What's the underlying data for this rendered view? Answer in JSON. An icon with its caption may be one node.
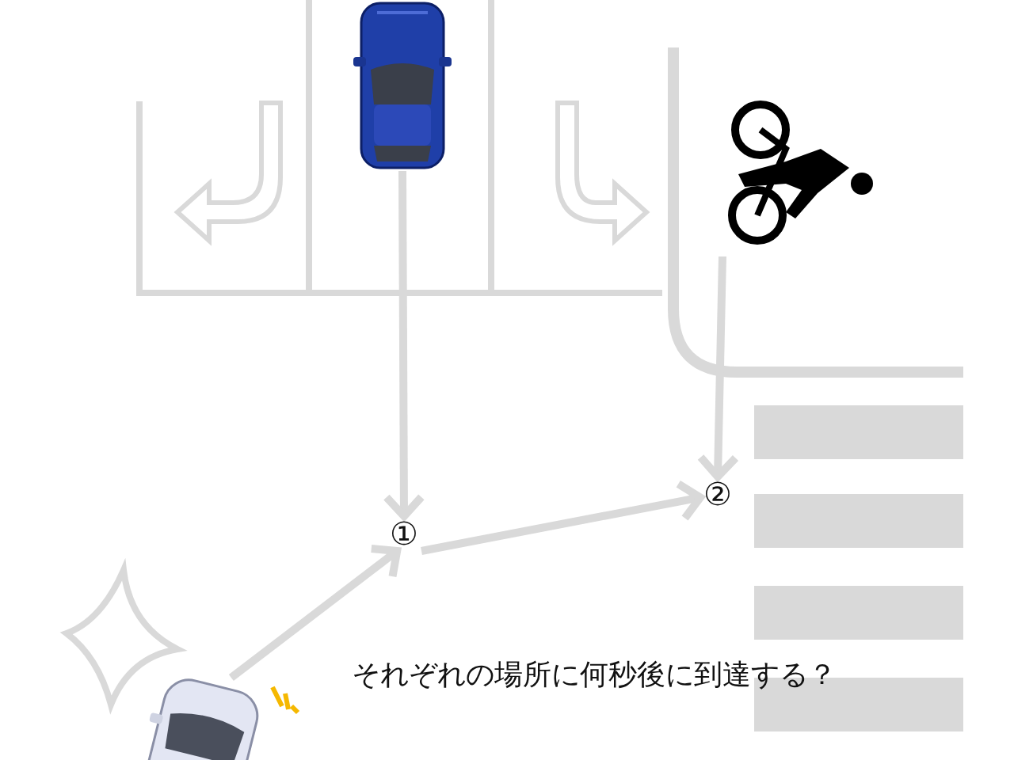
{
  "diagram": {
    "nodes": [
      {
        "text": [],
        "shape": "picture"
      },
      {
        "text": [],
        "shape": "picture"
      },
      {
        "text": [
          "①"
        ]
      },
      {
        "text": [
          "②"
        ]
      },
      {
        "text": [],
        "shape": "picture"
      }
    ],
    "edges": [
      {
        "from": 0,
        "to": 2,
        "arrow": "to"
      },
      {
        "from": 1,
        "to": 3,
        "arrow": "to"
      },
      {
        "from": 4,
        "to": 2,
        "arrow": "to"
      },
      {
        "from": 2,
        "to": 3,
        "arrow": "to"
      }
    ],
    "labels": [
      "それぞれの場所に何秒後に到達する？"
    ]
  }
}
